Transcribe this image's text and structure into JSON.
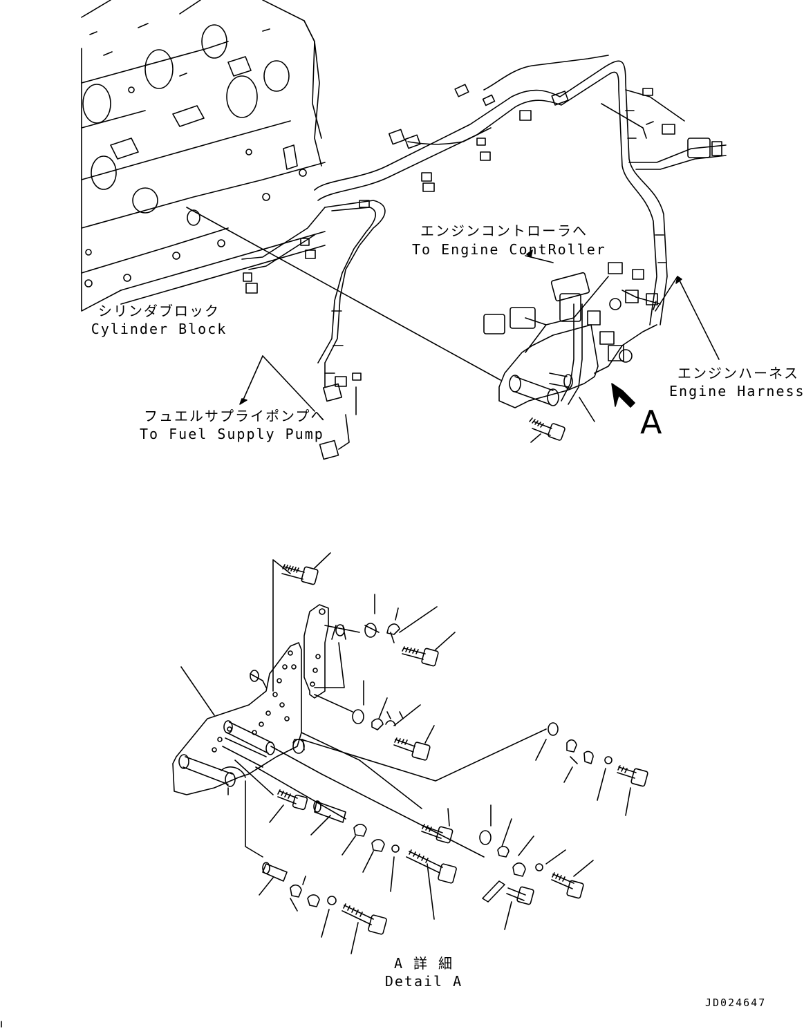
{
  "labels": {
    "engine_controller_jp": "エンジンコントローラへ",
    "engine_controller_en": "To Engine ContRoller",
    "cylinder_block_jp": "シリンダブロック",
    "cylinder_block_en": "Cylinder Block",
    "fuel_pump_jp": "フュエルサプライポンプへ",
    "fuel_pump_en": "To Fuel Supply Pump",
    "engine_harness_jp": "エンジンハーネス",
    "engine_harness_en": "Engine Harness",
    "view_marker": "A",
    "detail_jp": "A 詳 細",
    "detail_en": "Detail A",
    "drawing_code": "JD024647"
  }
}
